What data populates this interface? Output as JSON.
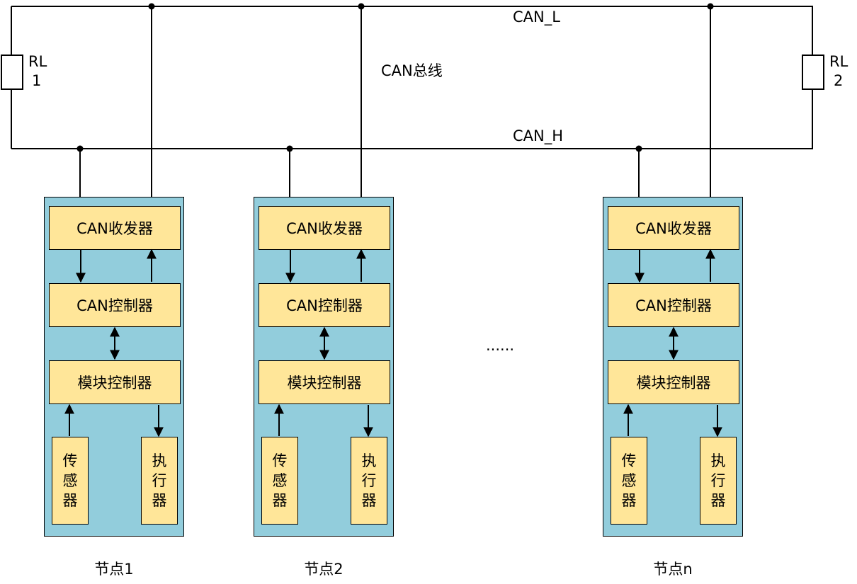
{
  "bus": {
    "can_l": "CAN_L",
    "can_h": "CAN_H",
    "title": "CAN总线",
    "rl1_line1": "RL",
    "rl1_line2": "1",
    "rl2_line1": "RL",
    "rl2_line2": "2"
  },
  "ellipsis": "......",
  "nodes": [
    {
      "transceiver": "CAN收发器",
      "controller": "CAN控制器",
      "module": "模块控制器",
      "sensor": "传感器",
      "actuator": "执行器",
      "label": "节点1"
    },
    {
      "transceiver": "CAN收发器",
      "controller": "CAN控制器",
      "module": "模块控制器",
      "sensor": "传感器",
      "actuator": "执行器",
      "label": "节点2"
    },
    {
      "transceiver": "CAN收发器",
      "controller": "CAN控制器",
      "module": "模块控制器",
      "sensor": "传感器",
      "actuator": "执行器",
      "label": "节点n"
    }
  ],
  "colors": {
    "node_fill": "#92cddc",
    "block_fill": "#ffe699",
    "line": "#000000"
  }
}
